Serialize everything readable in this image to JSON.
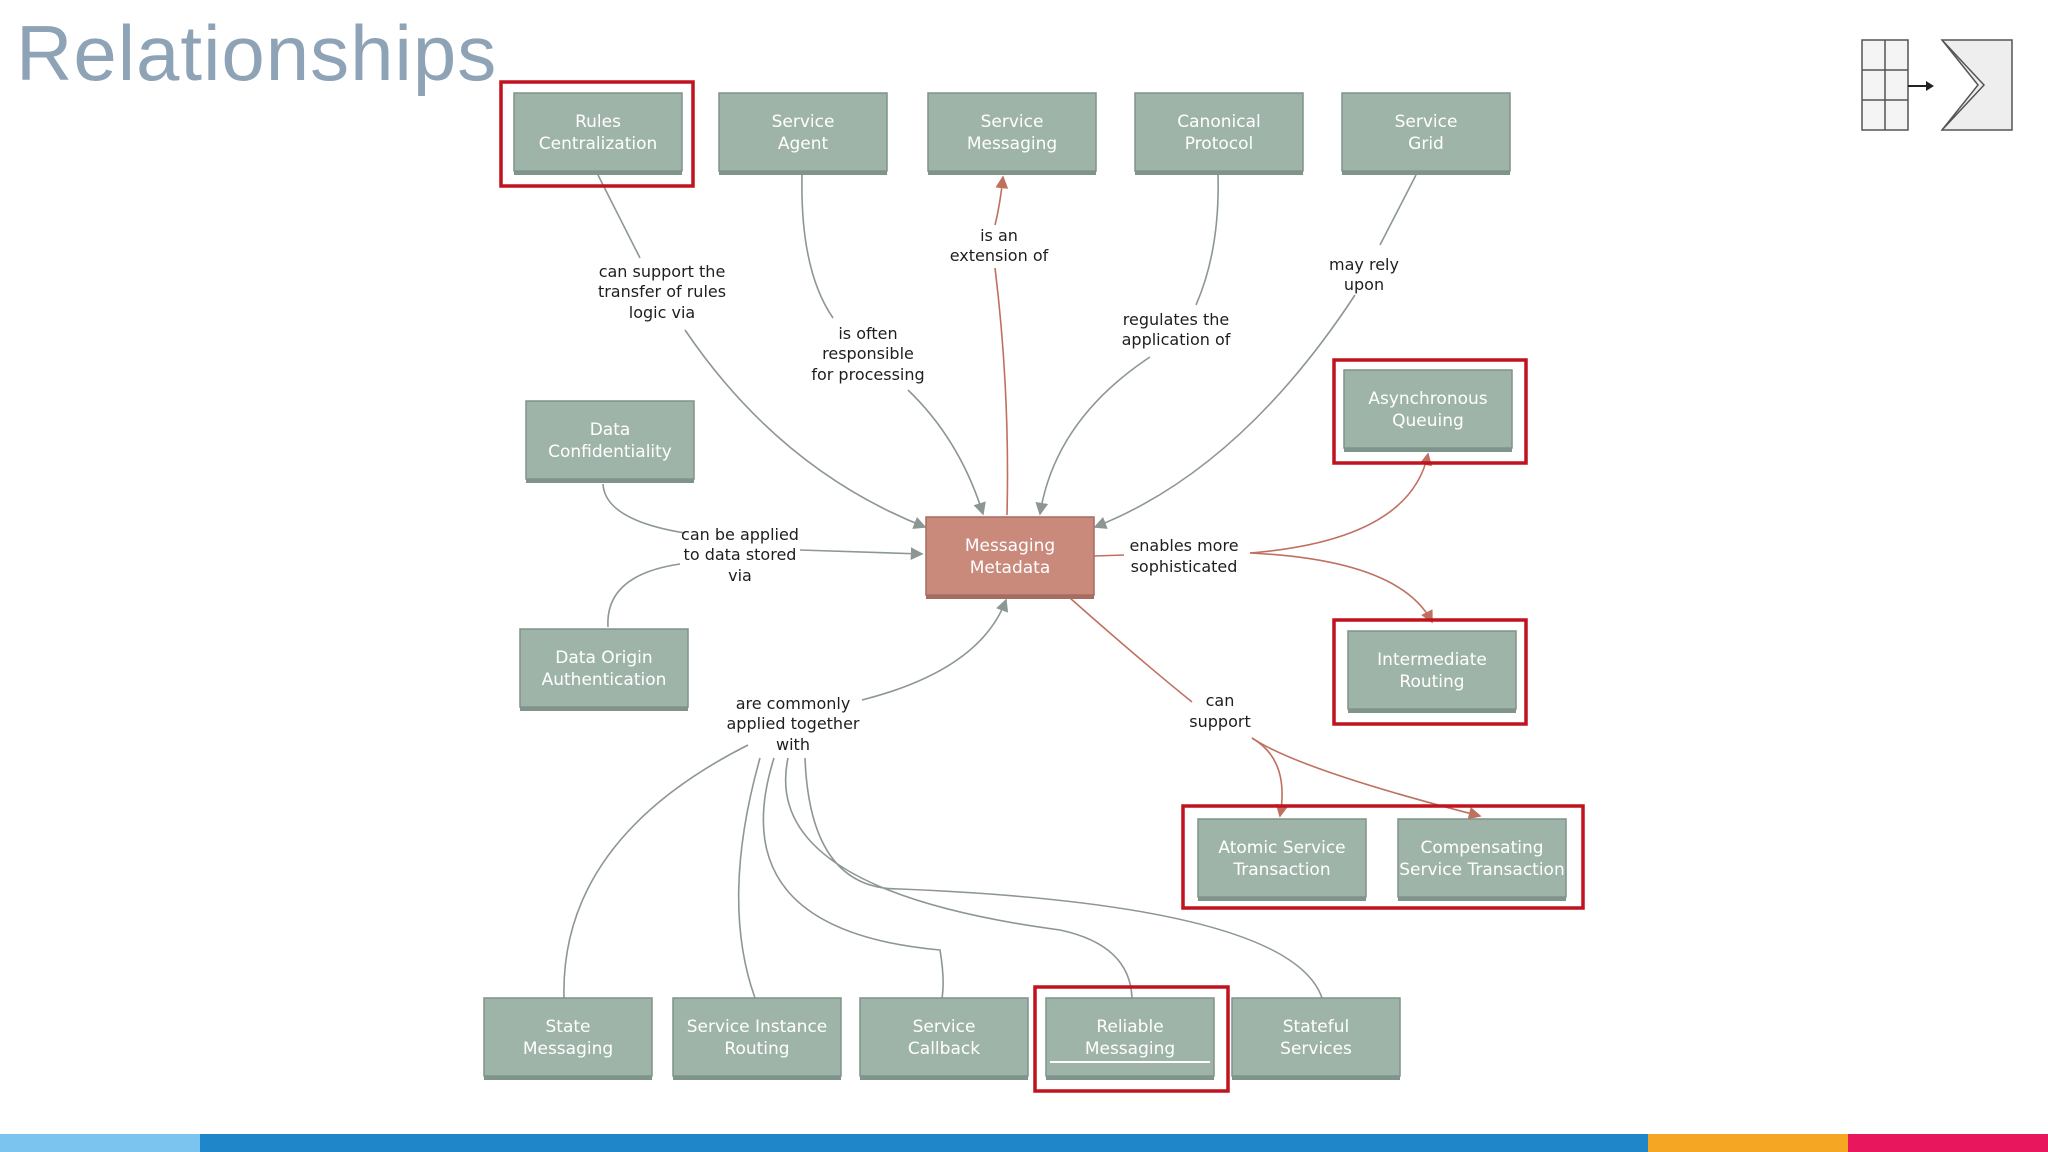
{
  "slide": {
    "title": "Relationships"
  },
  "diagram": {
    "nodes": {
      "rules_centralization": [
        "Rules",
        "Centralization"
      ],
      "service_agent": [
        "Service",
        "Agent"
      ],
      "service_messaging": [
        "Service",
        "Messaging"
      ],
      "canonical_protocol": [
        "Canonical",
        "Protocol"
      ],
      "service_grid": [
        "Service",
        "Grid"
      ],
      "data_confidentiality": [
        "Data",
        "Confidentiality"
      ],
      "data_origin_authentication": [
        "Data Origin",
        "Authentication"
      ],
      "messaging_metadata": [
        "Messaging",
        "Metadata"
      ],
      "asynchronous_queuing": [
        "Asynchronous",
        "Queuing"
      ],
      "intermediate_routing": [
        "Intermediate",
        "Routing"
      ],
      "atomic_service_transaction": [
        "Atomic Service",
        "Transaction"
      ],
      "compensating_service_transaction": [
        "Compensating",
        "Service Transaction"
      ],
      "state_messaging": [
        "State",
        "Messaging"
      ],
      "service_instance_routing": [
        "Service Instance",
        "Routing"
      ],
      "service_callback": [
        "Service",
        "Callback"
      ],
      "reliable_messaging": [
        "Reliable",
        "Messaging"
      ],
      "stateful_services": [
        "Stateful",
        "Services"
      ]
    },
    "relations": {
      "can_support_transfer": [
        "can support the",
        "transfer of rules",
        "logic via"
      ],
      "is_often_responsible": [
        "is often",
        "responsible",
        "for processing"
      ],
      "is_an_extension_of": [
        "is an",
        "extension of"
      ],
      "regulates_application": [
        "regulates the",
        "application of"
      ],
      "may_rely_upon": [
        "may rely",
        "upon"
      ],
      "can_be_applied": [
        "can be applied",
        "to data stored",
        "via"
      ],
      "enables_more": [
        "enables more",
        "sophisticated"
      ],
      "can_support": [
        "can",
        "support"
      ],
      "commonly_applied": [
        "are commonly",
        "applied together",
        "with"
      ]
    },
    "colors": {
      "node_fill": "#9fb4a9",
      "center_fill": "#c98a7c",
      "highlight": "#c1121f",
      "grey_edge": "#8c9794",
      "red_edge": "#c0705f"
    }
  },
  "bottom_bar": {
    "colors": [
      "#7cc4f0",
      "#1f87c9",
      "#f5a623",
      "#e8175d"
    ]
  }
}
